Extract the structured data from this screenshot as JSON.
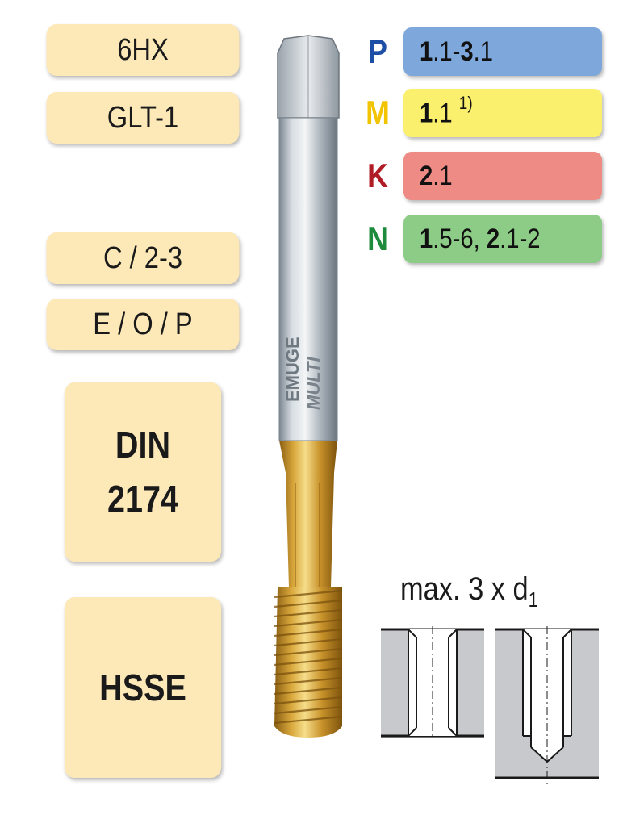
{
  "specs": {
    "shank": "6HX",
    "coating": "GLT-1",
    "chamfer": "C / 2-3",
    "flute": "E / O / P",
    "standard_line1": "DIN",
    "standard_line2": "2174",
    "material": "HSSE"
  },
  "tool": {
    "brand": "EMUGE",
    "series": "MULTI"
  },
  "materials": [
    {
      "letter": "P",
      "color": "#1e4fa6",
      "box_color": "#7ea8dc",
      "bold1": "1",
      "rest1": ".1-",
      "bold2": "3",
      "rest2": ".1",
      "note": ""
    },
    {
      "letter": "M",
      "color": "#f2c400",
      "box_color": "#fbf06e",
      "bold1": "1",
      "rest1": ".1 ",
      "bold2": "",
      "rest2": "",
      "note": "1)"
    },
    {
      "letter": "K",
      "color": "#b01c24",
      "box_color": "#ee8b84",
      "bold1": "2",
      "rest1": ".1",
      "bold2": "",
      "rest2": "",
      "note": ""
    },
    {
      "letter": "N",
      "color": "#1d8a3c",
      "box_color": "#8ccc86",
      "bold1": "1",
      "rest1": ".5-6, ",
      "bold2": "2",
      "rest2": ".1-2",
      "note": ""
    }
  ],
  "depth": {
    "prefix": "max. 3 x d",
    "subscript": "1"
  }
}
